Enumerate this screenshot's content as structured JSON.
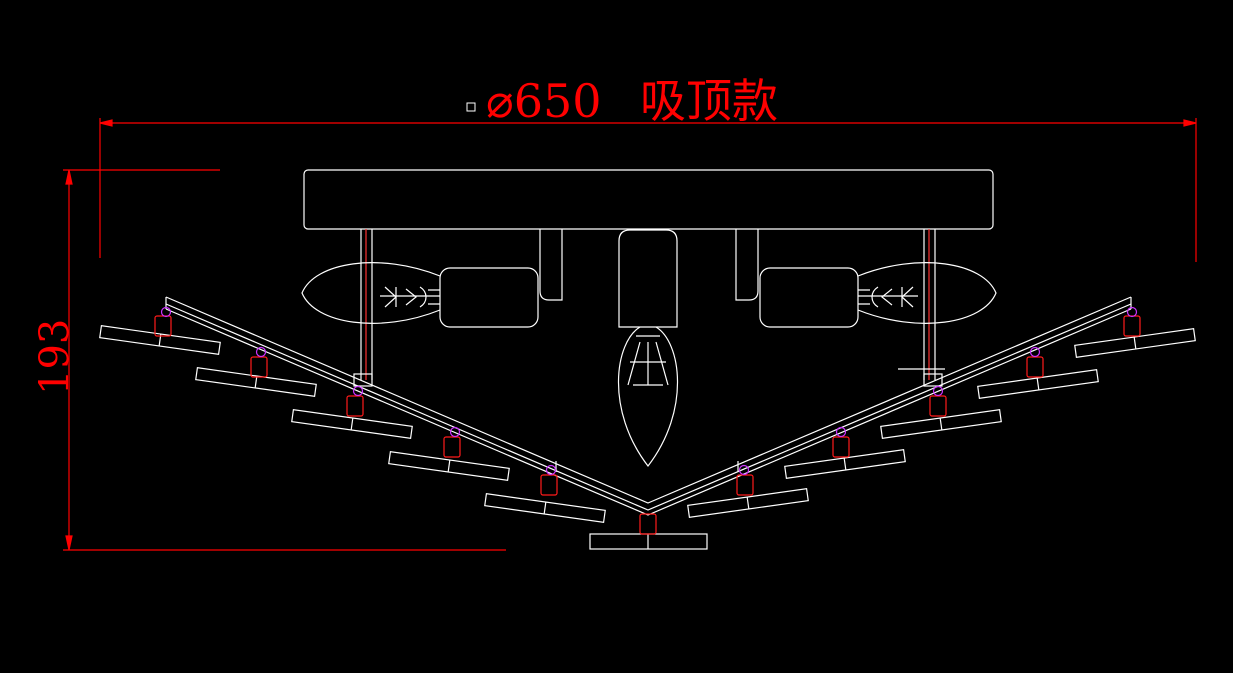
{
  "drawing": {
    "width_label": "⌀650",
    "title_label": "吸顶款",
    "height_label": "193"
  },
  "colors": {
    "background": "#000000",
    "outline": "#ffffff",
    "dimension": "#ff0000",
    "clip": "#ff1a1a",
    "ring": "#cc33ff"
  }
}
